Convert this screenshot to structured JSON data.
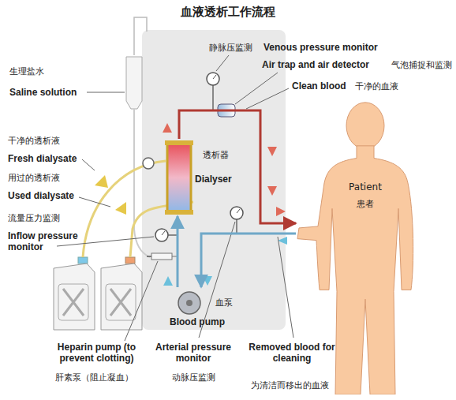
{
  "diagram": {
    "title": "血液透析工作流程",
    "nodes": [
      {
        "text": [
          "透析器",
          "Dialyser"
        ]
      },
      {
        "text": [
          "Patient",
          "患者"
        ]
      },
      {
        "text": [
          "血泵",
          "Blood pump"
        ]
      }
    ],
    "edges": [
      {
        "from": 0,
        "to": 1,
        "arrow": "to"
      },
      {
        "from": 1,
        "to": 2,
        "arrow": "to"
      },
      {
        "from": 2,
        "to": 0,
        "arrow": "to"
      }
    ],
    "labels": [
      "静脉压监测",
      "Venous pressure monitor",
      "Air trap and air detector",
      "气泡捕捉和监测",
      "Clean blood",
      "干净的血液",
      "生理盐水",
      "Saline solution",
      "干净的透析液",
      "Fresh dialysate",
      "用过的透析液",
      "Used dialysate",
      "流量压力监测",
      "Inflow pressure monitor",
      "Heparin pump (to prevent clotting)",
      "肝素泵（阻止凝血）",
      "Arterial pressure monitor",
      "动脉压监测",
      "Removed blood for cleaning",
      "为清洁而移出的血液"
    ]
  }
}
